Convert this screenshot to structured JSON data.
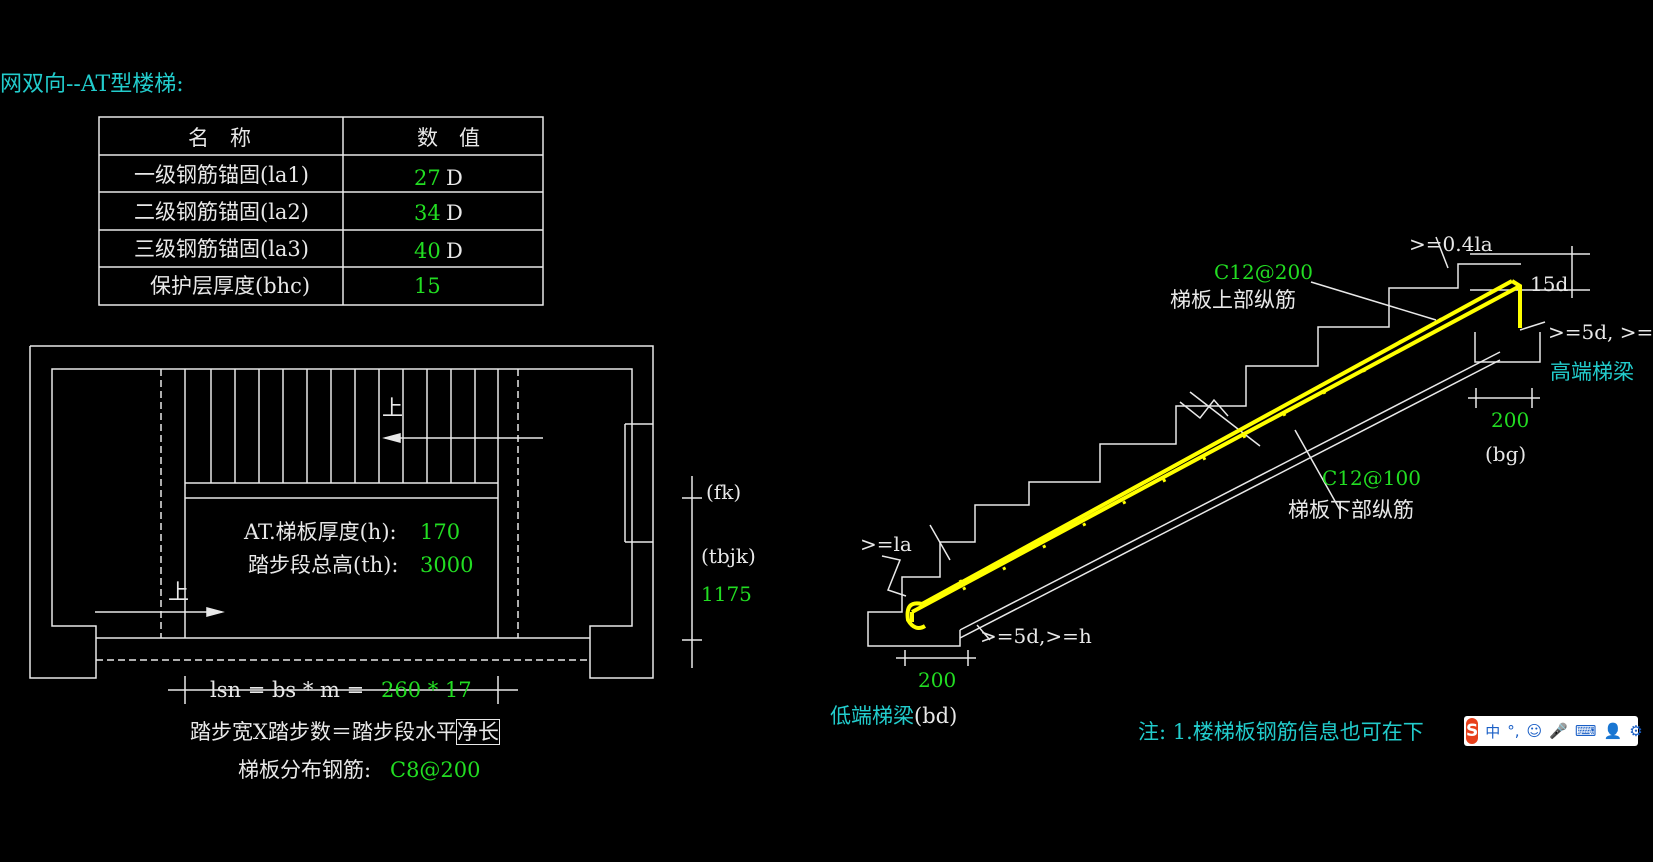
{
  "title": "网双向--AT型楼梯:",
  "table": {
    "headers": [
      "名　称",
      "数　值"
    ],
    "rows": [
      {
        "name": "一级钢筋锚固(la1)",
        "value": "27",
        "unit": "D"
      },
      {
        "name": "二级钢筋锚固(la2)",
        "value": "34",
        "unit": "D"
      },
      {
        "name": "三级钢筋锚固(la3)",
        "value": "40",
        "unit": "D"
      },
      {
        "name": "保护层厚度(bhc)",
        "value": "15",
        "unit": ""
      }
    ]
  },
  "plan": {
    "up_label_top": "上",
    "up_label_bottom": "上",
    "thickness_label": "AT.梯板厚度(h):",
    "thickness_value": "170",
    "height_label": "踏步段总高(th):",
    "height_value": "3000",
    "fk_label": "(fk)",
    "tbjk_label": "(tbjk)",
    "tbjk_value": "1175",
    "lsn_label": "lsn = bs * m =",
    "lsn_value": "260 * 17",
    "formula_prefix": "踏步宽X踏步数＝踏步段水平",
    "formula_boxed": "净长",
    "distribution_label": "梯板分布钢筋:",
    "distribution_value": "C8@200"
  },
  "section": {
    "top_anchor": ">=0.4la",
    "top_hook": "15d",
    "top_right_note": ">=5d, >=",
    "high_beam": "高端梯梁",
    "high_beam_width": "200",
    "high_beam_code": "(bg)",
    "top_rebar_spec": "C12@200",
    "top_rebar_name": "梯板上部纵筋",
    "bottom_rebar_spec": "C12@100",
    "bottom_rebar_name": "梯板下部纵筋",
    "low_anchor": ">=la",
    "low_note": ">=5d,>=h",
    "low_beam_width": "200",
    "low_beam": "低端梯梁",
    "low_beam_code": "(bd)"
  },
  "note": "注: 1.楼梯板钢筋信息也可在下",
  "ime_toolbar": {
    "logo": "S",
    "lang": "中",
    "items": [
      "°,",
      "☺",
      "🎤",
      "⌨",
      "👤",
      "⚙"
    ]
  },
  "colors": {
    "background": "#000000",
    "lines": "#e8e8e8",
    "values": "#22dd22",
    "notes": "#22cccc",
    "rebar": "#ffff00"
  }
}
